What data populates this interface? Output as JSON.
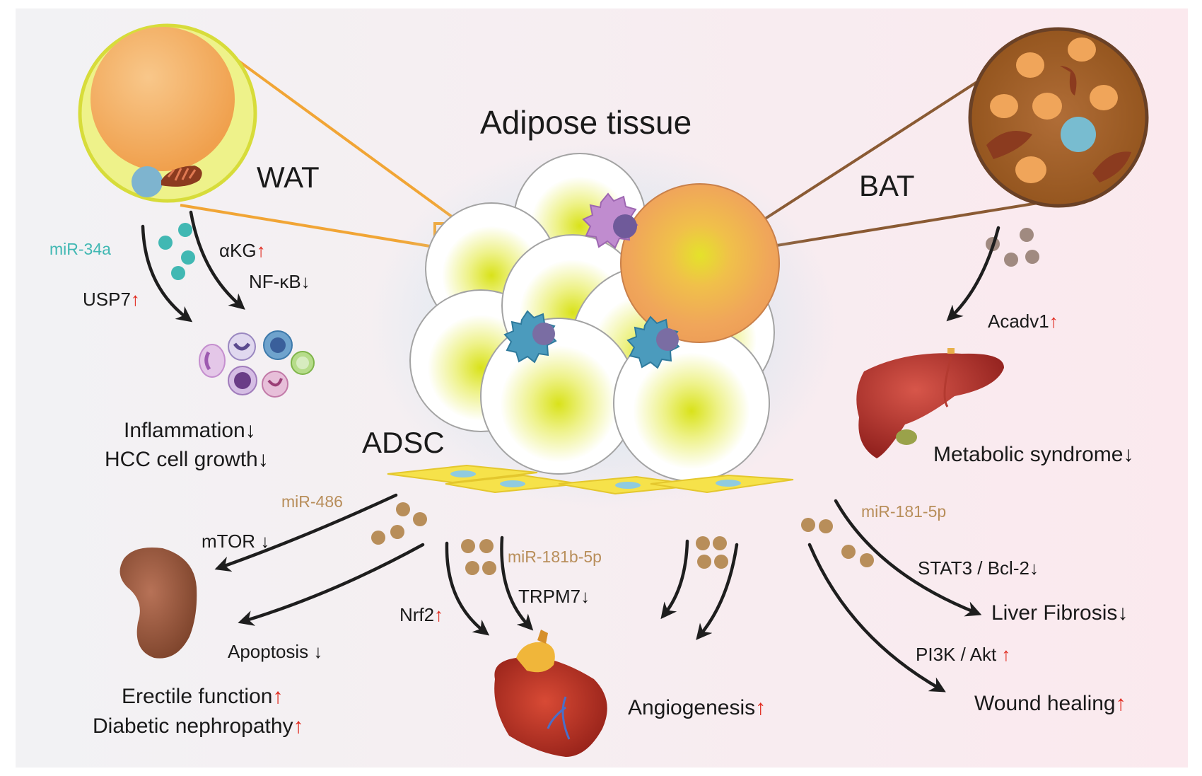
{
  "title": "Adipose tissue",
  "wat_label": "WAT",
  "bat_label": "BAT",
  "adsc_label": "ADSC",
  "up_arrow": "↑",
  "down_arrow": "↓",
  "wat_pathway": {
    "mirna": "miR-34a",
    "akg": "αKG",
    "nfkb": "NF-κB",
    "usp7": "USP7",
    "effect1": "Inflammation",
    "effect2": "HCC cell growth"
  },
  "bat_pathway": {
    "target": "Acadv1",
    "effect": "Metabolic syndrome"
  },
  "adsc_pathways": {
    "mir486": "miR-486",
    "mtor": "mTOR",
    "apoptosis": "Apoptosis",
    "erectile": "Erectile function",
    "nephropathy": "Diabetic nephropathy",
    "mir181b": "miR-181b-5p",
    "nrf2": "Nrf2",
    "trpm7": "TRPM7",
    "angiogenesis": "Angiogenesis",
    "mir181": "miR-181-5p",
    "stat3": "STAT3 / Bcl-2",
    "fibrosis": "Liver Fibrosis",
    "pi3k": "PI3K / Akt",
    "wound": "Wound healing"
  },
  "colors": {
    "wat_line": "#f1a535",
    "bat_line": "#8a5a33",
    "teal": "#41b8b3",
    "tan": "#b88e5a",
    "up": "#e0281c"
  }
}
